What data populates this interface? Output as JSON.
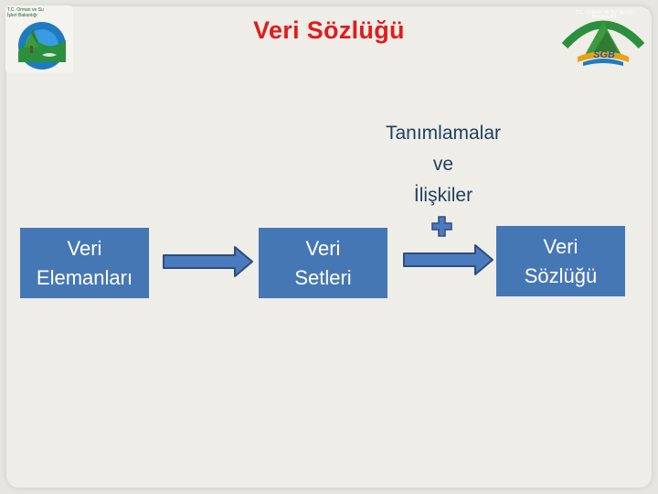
{
  "header": {
    "title": "Veri Sözlüğü"
  },
  "diagram": {
    "nodes": [
      {
        "id": "veri-elemanlari",
        "label": "Veri\nElemanları"
      },
      {
        "id": "veri-setleri",
        "label": "Veri\nSetleri"
      },
      {
        "id": "veri-sozlugu",
        "label": "Veri\nSözlüğü"
      }
    ],
    "annotation": "Tanımlamalar\nve\nİlişkiler",
    "plus_icon": "plus-icon",
    "arrow_icon": "arrow-right-icon",
    "colors": {
      "node_fill": "#4677b5",
      "node_text": "#ffffff",
      "title": "#e31a1a",
      "annotation": "#1f3e5e",
      "arrow_fill": "#4a7bbf",
      "arrow_stroke": "#2e4d7a"
    }
  },
  "logos": {
    "left": {
      "icon": "ministry-logo-icon",
      "text": "T.C. Orman ve Su İşleri Bakanlığı"
    },
    "right": {
      "icon": "sgb-logo-icon",
      "text": "T.C. ORMAN VE SU İŞLERİ BAKANLIĞI",
      "abbr": "SGB"
    }
  }
}
